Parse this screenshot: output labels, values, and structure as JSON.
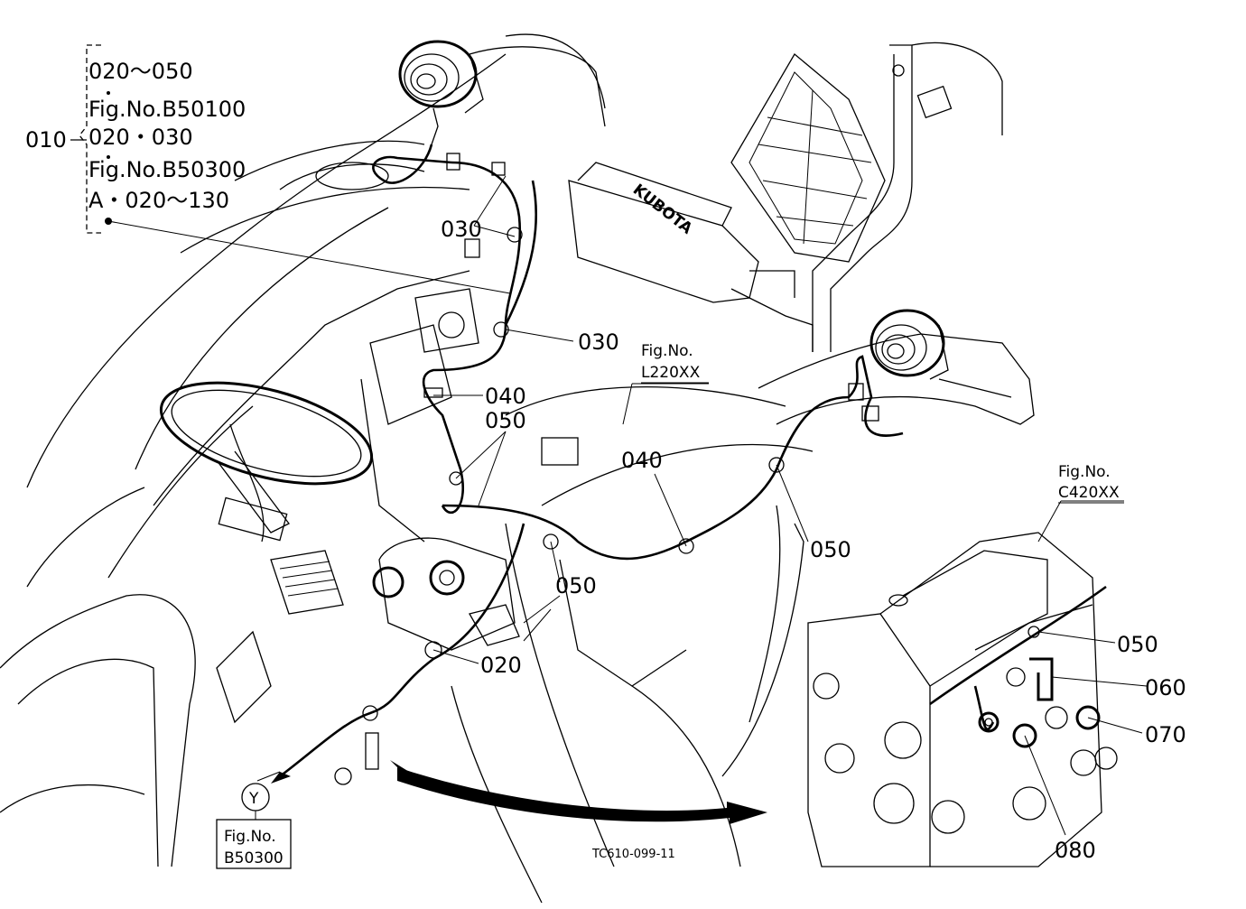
{
  "legend": {
    "parent_no": "010",
    "lines": [
      "020～050",
      "Fig.No.B50100",
      "020・030",
      "Fig.No.B50300",
      "A・020～130"
    ]
  },
  "callouts": {
    "c030_a": "030",
    "c030_b": "030",
    "c040_a": "040",
    "c050_a": "050",
    "c040_b": "040",
    "c050_b": "050",
    "c050_c": "050",
    "c020": "020",
    "c050_d": "050",
    "c060": "060",
    "c070": "070",
    "c080": "080"
  },
  "refs": {
    "l220": {
      "title": "Fig.No.",
      "code": "L220XX"
    },
    "c420": {
      "title": "Fig.No.",
      "code": "C420XX"
    },
    "b50300": {
      "title": "Fig.No.",
      "code": "B50300"
    }
  },
  "marker": "Y",
  "brand": "KUBOTA",
  "drawing_code": "TC610-099-11"
}
